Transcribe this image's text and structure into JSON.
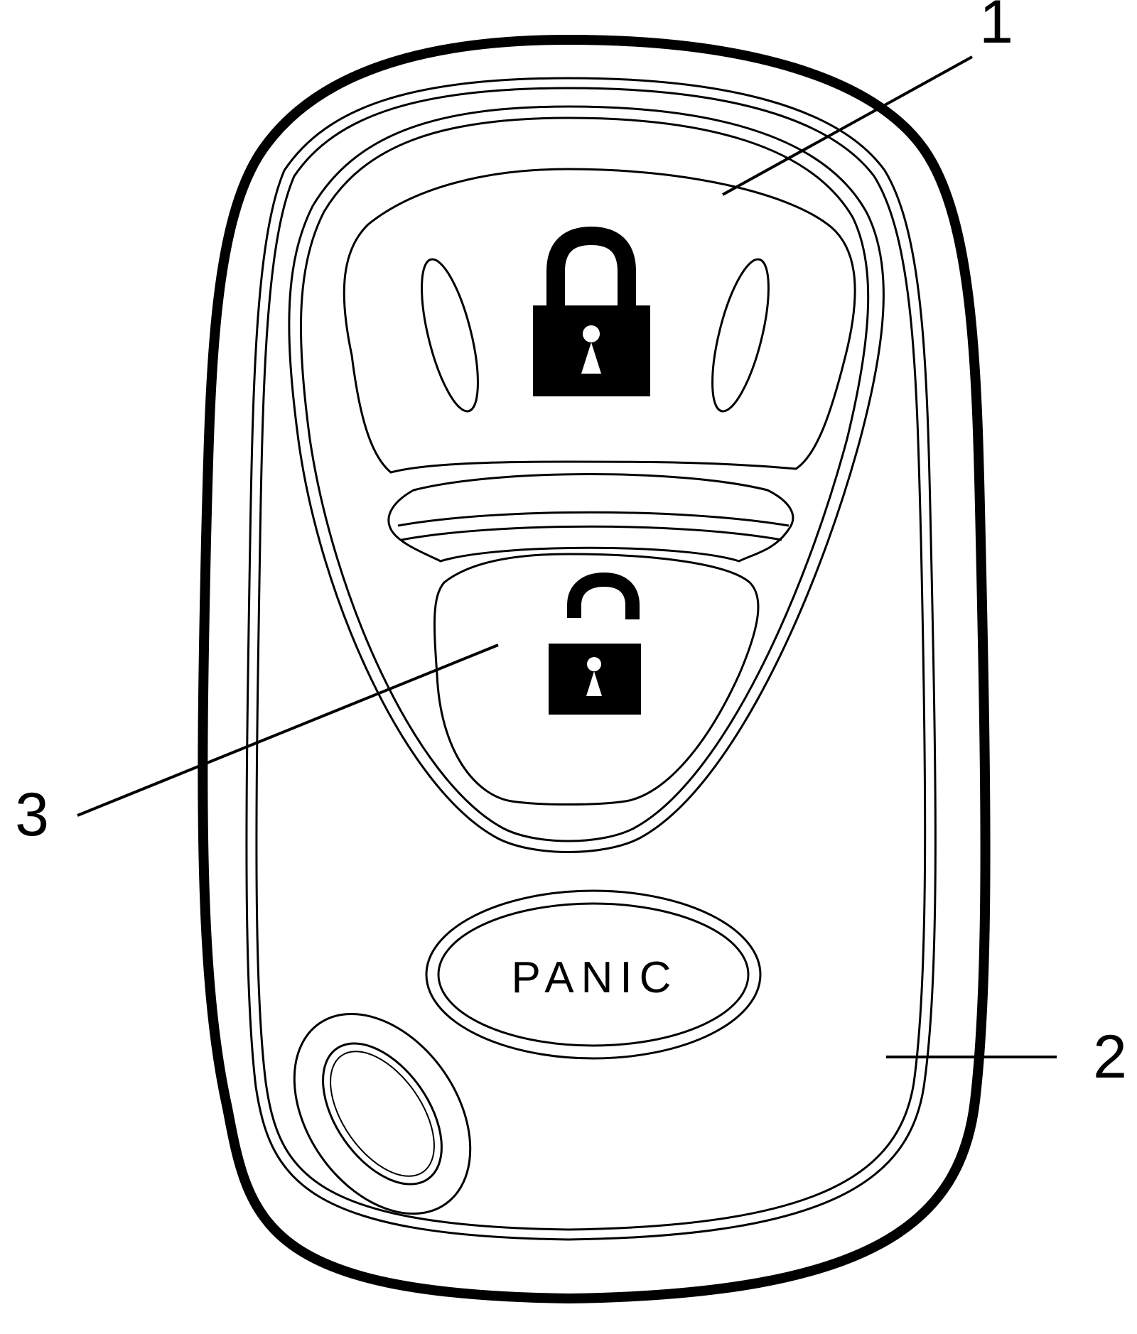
{
  "callouts": [
    {
      "id": "1",
      "label": "1"
    },
    {
      "id": "2",
      "label": "2"
    },
    {
      "id": "3",
      "label": "3"
    }
  ],
  "buttons": {
    "panic_label": "PANIC"
  },
  "icons": {
    "lock_button": "locked-padlock-icon",
    "unlock_button": "unlocked-padlock-icon",
    "bottom_button": "oval-button-icon"
  },
  "colors": {
    "line": "#000000",
    "background": "#ffffff"
  }
}
